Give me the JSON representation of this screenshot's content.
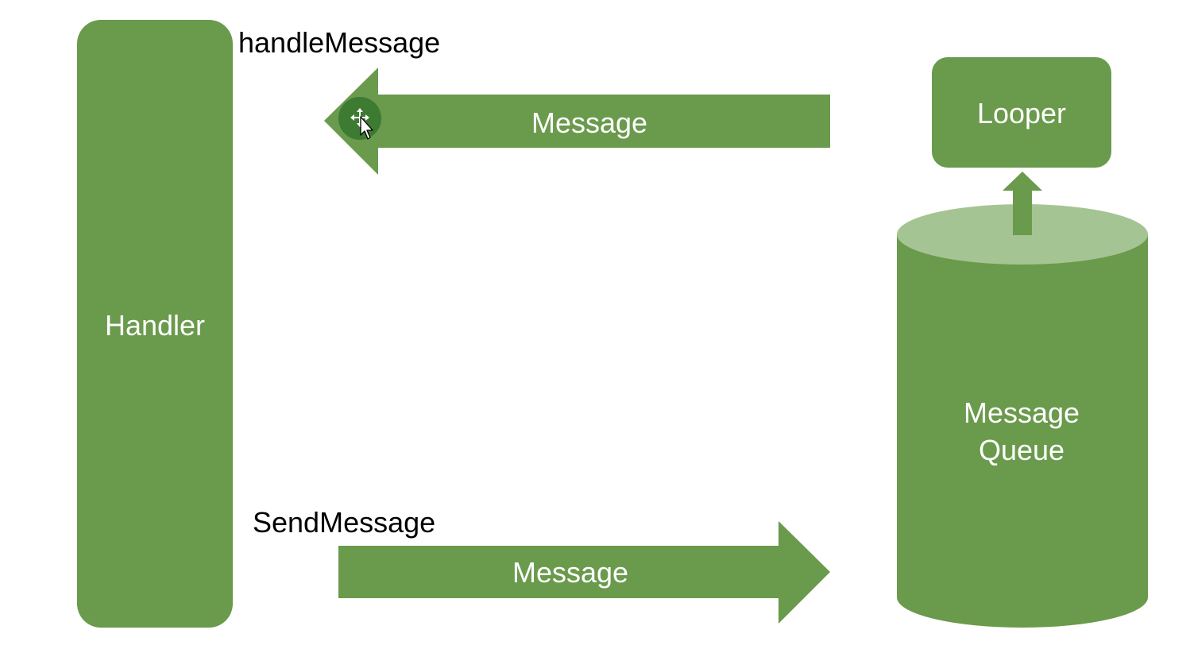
{
  "diagram": {
    "handler_label": "Handler",
    "looper_label": "Looper",
    "queue_label_line1": "Message",
    "queue_label_line2": "Queue",
    "top_arrow_label": "Message",
    "bottom_arrow_label": "Message",
    "handle_message_label": "handleMessage",
    "send_message_label": "SendMessage"
  },
  "colors": {
    "shape_fill": "#6a9a4c",
    "cylinder_top": "#a5c493",
    "text_on_shape": "#ffffff",
    "text_outside": "#000000"
  },
  "cursor": {
    "icon": "move-cursor-icon"
  }
}
